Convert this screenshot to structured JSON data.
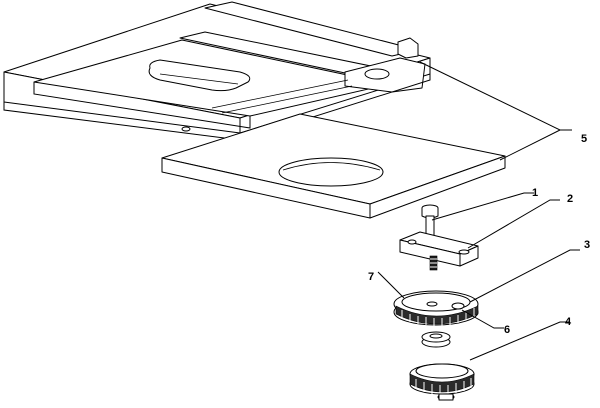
{
  "diagram": {
    "labels": {
      "l1": "1",
      "l2": "2",
      "l3": "3",
      "l4": "4",
      "l5": "5",
      "l6": "6",
      "l7": "7"
    }
  }
}
